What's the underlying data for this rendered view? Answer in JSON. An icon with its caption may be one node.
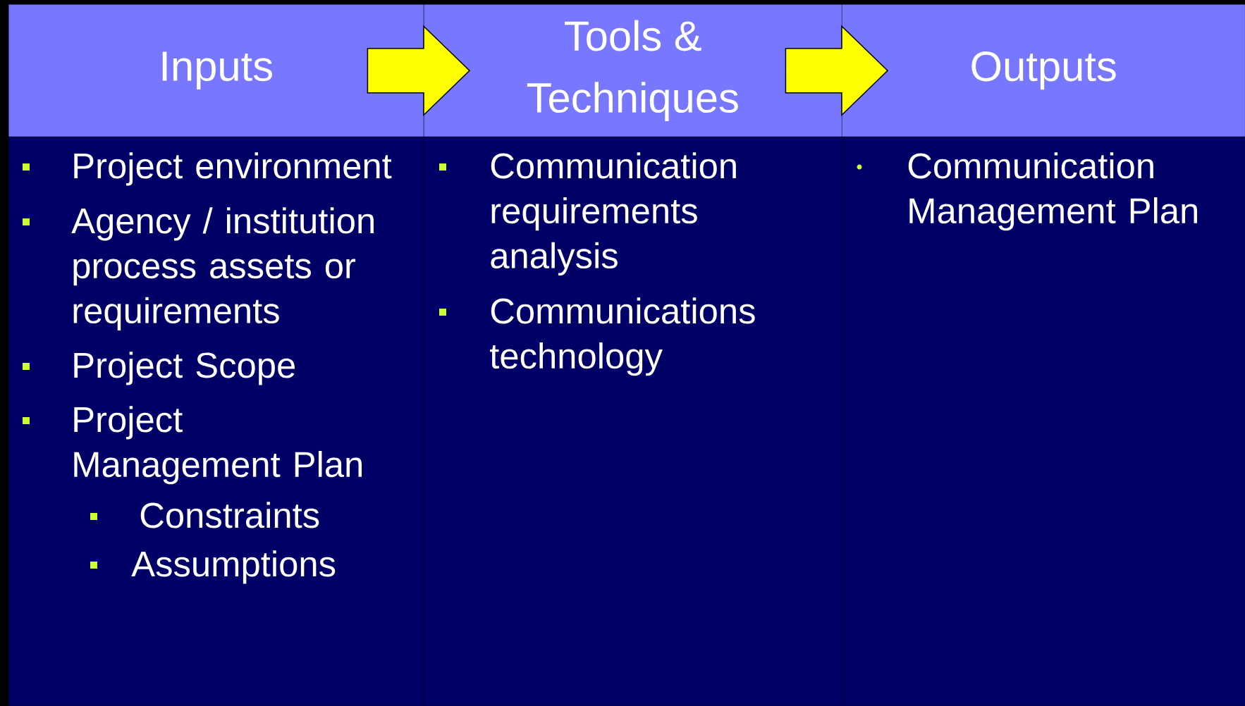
{
  "diagram": {
    "nodes": [
      {
        "text": [
          "Inputs"
        ]
      },
      {
        "text": [
          "Tools & Techniques"
        ]
      },
      {
        "text": [
          "Outputs"
        ]
      },
      {
        "text": [
          "Project environment",
          "Agency / institution process assets or requirements",
          "Project Scope",
          "Project Management Plan",
          "Constraints",
          "Assumptions"
        ]
      },
      {
        "text": [
          "Communication requirements analysis",
          "Communications technology"
        ]
      },
      {
        "text": [
          "Communication Management Plan"
        ]
      }
    ],
    "edges": [
      {
        "from": 0,
        "to": 1,
        "arrow": "to"
      },
      {
        "from": 1,
        "to": 2,
        "arrow": "to"
      }
    ]
  }
}
